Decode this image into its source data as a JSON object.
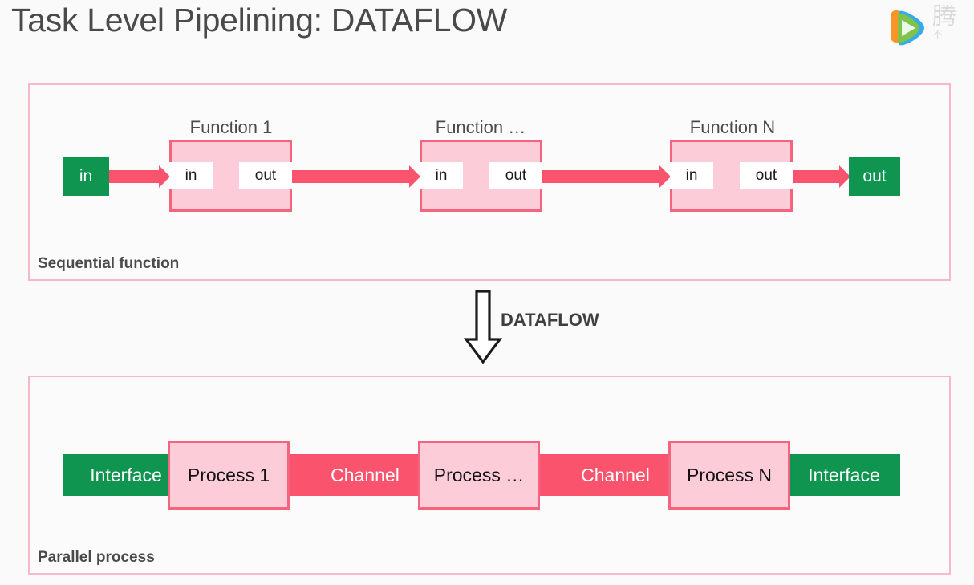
{
  "title": "Task Level Pipelining: DATAFLOW",
  "watermark": {
    "icon": "tencent-video-play-logo",
    "text": "腾",
    "subtext": "不"
  },
  "colors": {
    "background": "#fafafa",
    "panel_border": "#f7b9c9",
    "panel_fill": "#fbfbfb",
    "block_fill": "#fccdd9",
    "block_border": "#f4647f",
    "arrow": "#f9536d",
    "terminal_green": "#0f9550",
    "title_text": "#4a4a4a"
  },
  "sequential": {
    "caption": "Sequential function",
    "input_terminal": "in",
    "output_terminal": "out",
    "functions": [
      {
        "label": "Function 1",
        "port_in": "in",
        "port_out": "out"
      },
      {
        "label": "Function …",
        "port_in": "in",
        "port_out": "out"
      },
      {
        "label": "Function N",
        "port_in": "in",
        "port_out": "out"
      }
    ]
  },
  "transform": {
    "label": "DATAFLOW",
    "icon": "down-arrow-outline-icon"
  },
  "parallel": {
    "caption": "Parallel process",
    "left_interface": "Interface",
    "right_interface": "Interface",
    "processes": [
      "Process 1",
      "Process …",
      "Process N"
    ],
    "channels": [
      "Channel",
      "Channel"
    ]
  }
}
